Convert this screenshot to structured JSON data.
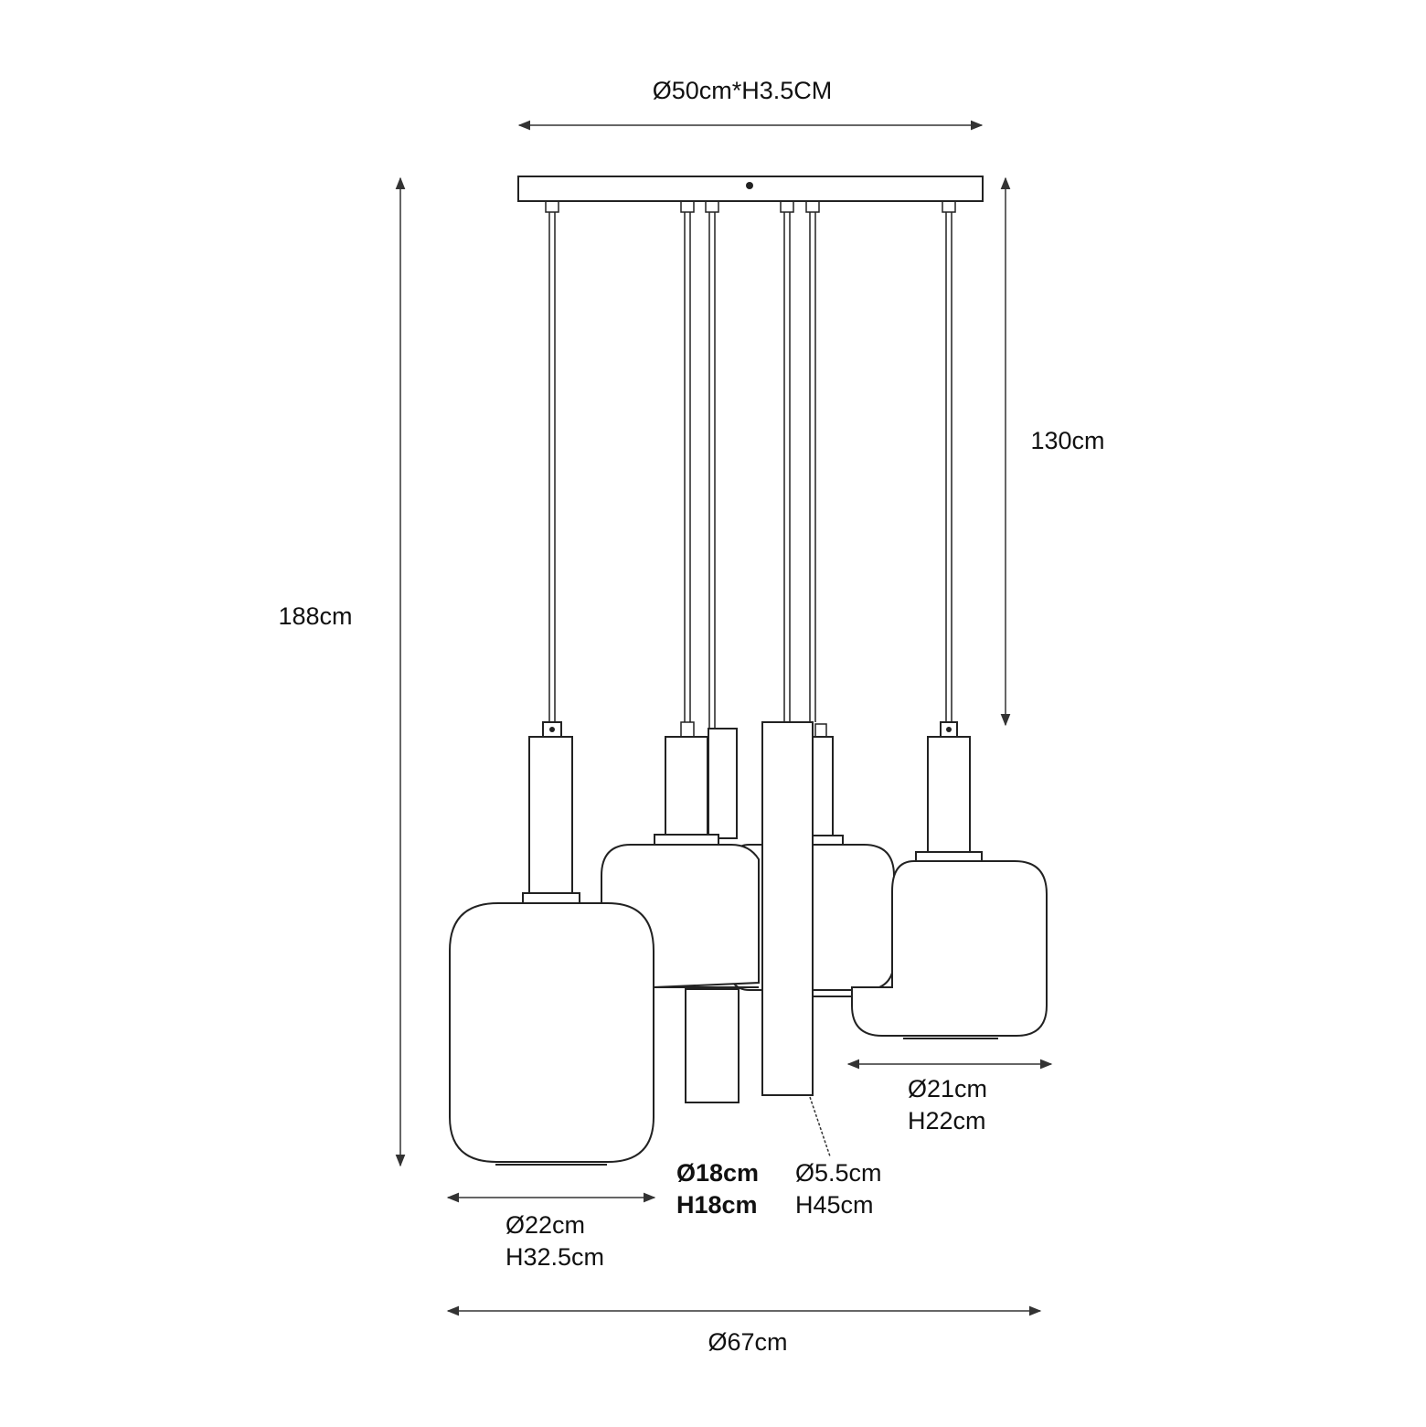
{
  "dimensions": {
    "canopy": "Ø50cm*H3.5CM",
    "overall_height": "188cm",
    "cable_length": "130cm",
    "shade_right": {
      "diameter": "Ø21cm",
      "height": "H22cm"
    },
    "shade_middle": {
      "diameter": "Ø18cm",
      "height": "H18cm"
    },
    "tube": {
      "diameter": "Ø5.5cm",
      "height": "H45cm"
    },
    "shade_left": {
      "diameter": "Ø22cm",
      "height": "H32.5cm"
    },
    "overall_width": "Ø67cm"
  },
  "icons": [
    "arrow-icon"
  ]
}
